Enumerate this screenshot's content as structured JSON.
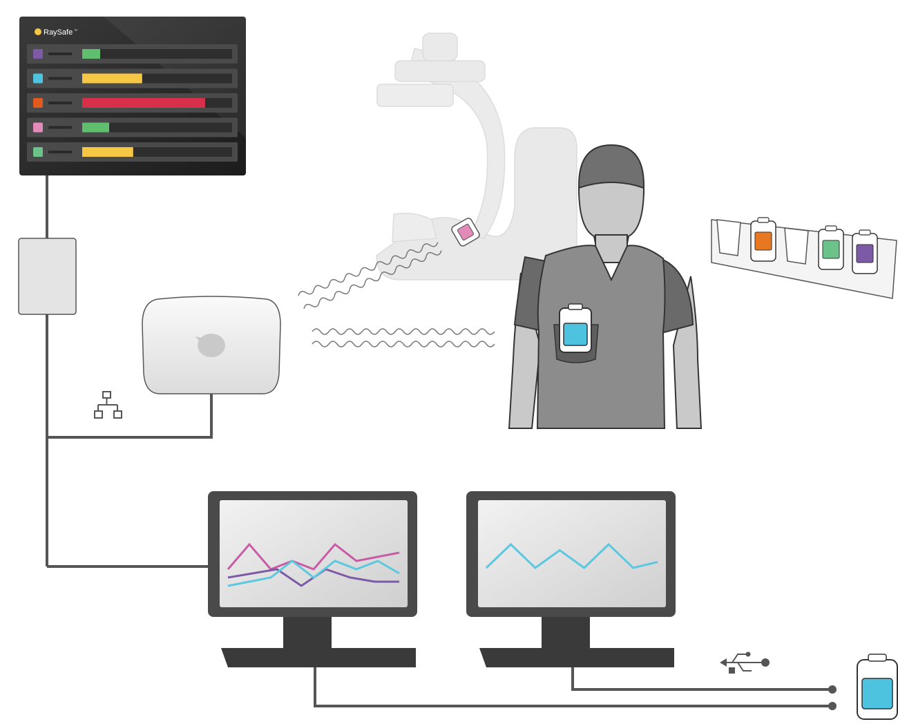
{
  "display": {
    "brand": "RaySafe",
    "brand_mark": "™",
    "rows": [
      {
        "swatch": "#7d5aa6",
        "level": 0.12
      },
      {
        "swatch": "#4ec3df",
        "level": 0.4
      },
      {
        "swatch": "#e35a1e",
        "level": 0.82
      },
      {
        "swatch": "#e38bb8",
        "level": 0.18
      },
      {
        "swatch": "#6cc38a",
        "level": 0.34
      }
    ],
    "level_colors": {
      "low": "#5fbf6e",
      "medium": "#f6c744",
      "high": "#d8304a"
    }
  },
  "icons": {
    "network": "network-icon",
    "usb": "usb-icon",
    "receiver_logo": "bird-logo-icon",
    "dosimeter": "dosimeter-icon"
  },
  "cradle": {
    "slots": [
      "empty",
      "#e87722",
      "empty",
      "#6cc38a",
      "#7d5aa6"
    ]
  },
  "dosimeters": {
    "wall_unit_color": "#e38bb8",
    "worn_color": "#4ec3df",
    "usb_unit_color": "#4ec3df"
  },
  "monitor_left": {
    "series": [
      {
        "color": "#c85aa6",
        "values": [
          2,
          5,
          2,
          3,
          2,
          5,
          3,
          3.5,
          4
        ]
      },
      {
        "color": "#7d5aa6",
        "values": [
          1,
          1.5,
          2,
          0,
          2,
          1,
          0.5,
          0.5
        ]
      },
      {
        "color": "#5cc8e0",
        "values": [
          0,
          0.5,
          1,
          3,
          1,
          3,
          2,
          3,
          1.5
        ]
      }
    ]
  },
  "monitor_right": {
    "series": [
      {
        "color": "#5cc8e0",
        "values": [
          1,
          3,
          1,
          2.5,
          1,
          3,
          1,
          1.5
        ]
      }
    ]
  }
}
